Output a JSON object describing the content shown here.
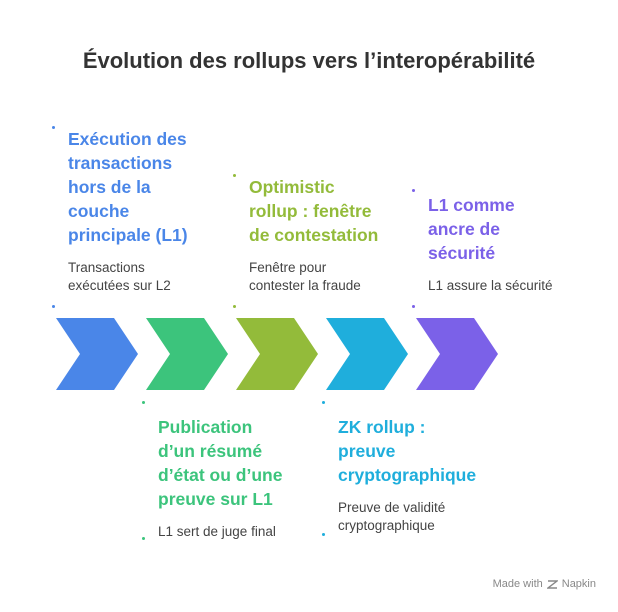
{
  "title": "Évolution des rollups vers l’interopérabilité",
  "steps": [
    {
      "title_lines": [
        "Exécution des",
        "transactions",
        "hors de la",
        "couche",
        "principale (L1)"
      ],
      "desc_lines": [
        "Transactions",
        "exécutées sur L2"
      ],
      "color": "#4A86E8"
    },
    {
      "title_lines": [
        "Publication",
        "d’un résumé",
        "d’état ou d’une",
        "preuve sur L1"
      ],
      "desc_lines": [
        "L1 sert de juge final"
      ],
      "color": "#3CC47C"
    },
    {
      "title_lines": [
        "Optimistic",
        "rollup : fenêtre",
        "de contestation"
      ],
      "desc_lines": [
        "Fenêtre pour",
        "contester la fraude"
      ],
      "color": "#93BB3A"
    },
    {
      "title_lines": [
        "ZK rollup :",
        "preuve",
        "cryptographique"
      ],
      "desc_lines": [
        "Preuve de validité",
        "cryptographique"
      ],
      "color": "#1FAEDC"
    },
    {
      "title_lines": [
        "L1 comme",
        "ancre de",
        "sécurité"
      ],
      "desc_lines": [
        "L1 assure la sécurité"
      ],
      "color": "#7B61E8"
    }
  ],
  "footer": {
    "made_with": "Made with",
    "brand": "Napkin"
  }
}
